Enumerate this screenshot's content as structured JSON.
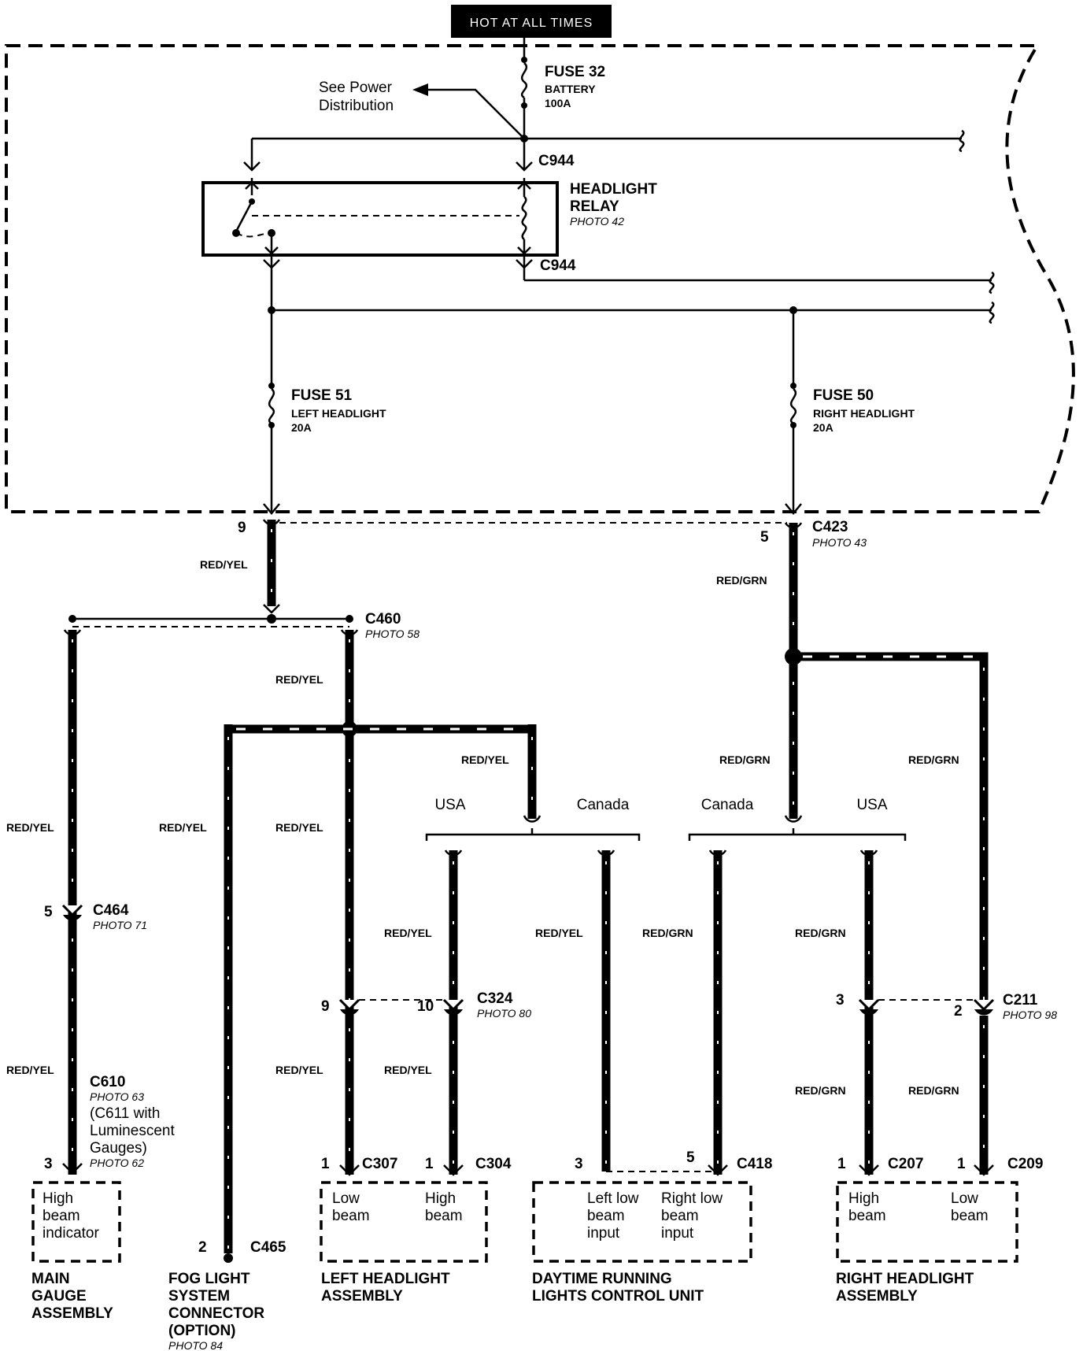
{
  "header": {
    "hot_at_all_times": "HOT AT ALL TIMES"
  },
  "power": {
    "see_power_line1": "See Power",
    "see_power_line2": "Distribution",
    "fuse32_name": "FUSE 32",
    "fuse32_desc": "BATTERY",
    "fuse32_rating": "100A"
  },
  "relay": {
    "c944_top": "C944",
    "c944_bottom": "C944",
    "name_line1": "HEADLIGHT",
    "name_line2": "RELAY",
    "photo": "PHOTO 42"
  },
  "fuses": {
    "fuse51_name": "FUSE 51",
    "fuse51_desc": "LEFT HEADLIGHT",
    "fuse51_rating": "20A",
    "fuse50_name": "FUSE 50",
    "fuse50_desc": "RIGHT HEADLIGHT",
    "fuse50_rating": "20A"
  },
  "connectors": {
    "c423": "C423",
    "c423_photo": "PHOTO 43",
    "c423_pin_left": "9",
    "c423_pin_right": "5",
    "c460": "C460",
    "c460_photo": "PHOTO 58",
    "c464": "C464",
    "c464_photo": "PHOTO 71",
    "c464_pin": "5",
    "c610": "C610",
    "c610_photo": "PHOTO 63",
    "c611_line1": "(C611 with",
    "c611_line2": "Luminescent",
    "c611_line3": "Gauges)",
    "c611_photo": "PHOTO 62",
    "c610_pin": "3",
    "c465": "C465",
    "c465_pin": "2",
    "c324": "C324",
    "c324_photo": "PHOTO 80",
    "c324_pin_left": "9",
    "c324_pin_right": "10",
    "c307": "C307",
    "c307_pin": "1",
    "c304": "C304",
    "c304_pin": "1",
    "c418": "C418",
    "c418_pin_left": "3",
    "c418_pin_right": "5",
    "c211": "C211",
    "c211_photo": "PHOTO 98",
    "c211_pin_left": "3",
    "c211_pin_right": "2",
    "c207": "C207",
    "c207_pin": "1",
    "c209": "C209",
    "c209_pin": "1"
  },
  "wires": {
    "red_yel": "RED/YEL",
    "red_grn": "RED/GRN"
  },
  "variants": {
    "usa": "USA",
    "canada": "Canada"
  },
  "components": {
    "main_gauge_box_l1": "High",
    "main_gauge_box_l2": "beam",
    "main_gauge_box_l3": "indicator",
    "main_gauge_l1": "MAIN",
    "main_gauge_l2": "GAUGE",
    "main_gauge_l3": "ASSEMBLY",
    "fog_l1": "FOG LIGHT",
    "fog_l2": "SYSTEM",
    "fog_l3": "CONNECTOR",
    "fog_l4": "(OPTION)",
    "fog_photo": "PHOTO 84",
    "lh_low_l1": "Low",
    "lh_low_l2": "beam",
    "lh_high_l1": "High",
    "lh_high_l2": "beam",
    "lh_l1": "LEFT HEADLIGHT",
    "lh_l2": "ASSEMBLY",
    "drl_left_l1": "Left low",
    "drl_left_l2": "beam",
    "drl_left_l3": "input",
    "drl_right_l1": "Right low",
    "drl_right_l2": "beam",
    "drl_right_l3": "input",
    "drl_l1": "DAYTIME RUNNING",
    "drl_l2": "LIGHTS CONTROL UNIT",
    "rh_high_l1": "High",
    "rh_high_l2": "beam",
    "rh_low_l1": "Low",
    "rh_low_l2": "beam",
    "rh_l1": "RIGHT HEADLIGHT",
    "rh_l2": "ASSEMBLY"
  }
}
